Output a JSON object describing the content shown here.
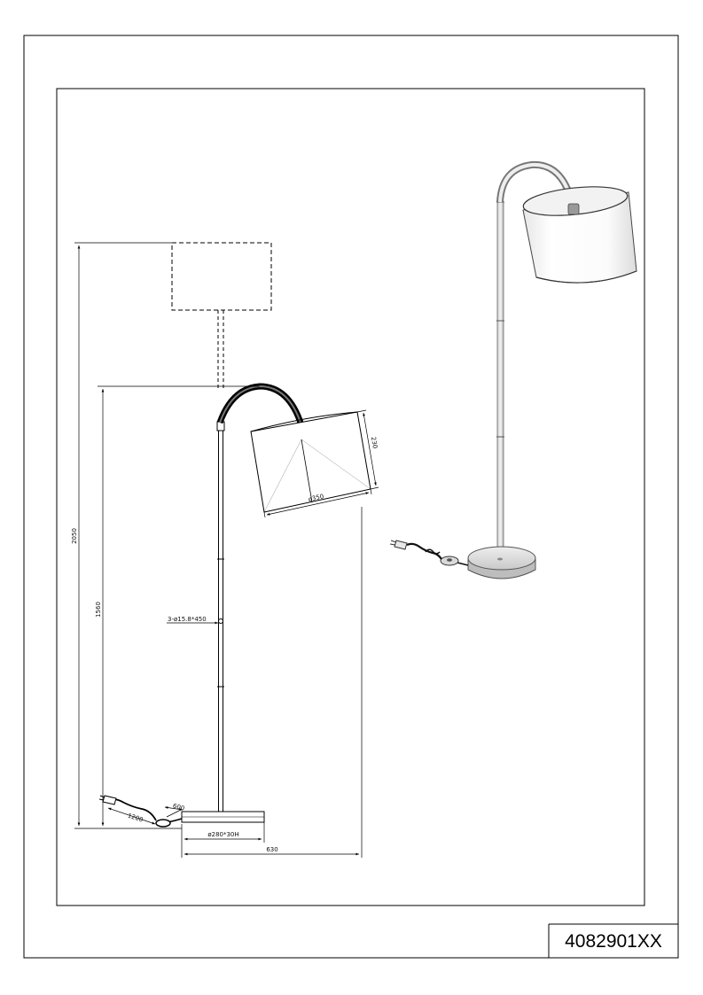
{
  "product_code": "4082901XX",
  "dimensions": {
    "total_height": "2050",
    "arc_height": "1560",
    "tube_spec": "3-ø15.8*450",
    "shade_diameter": "ø350",
    "shade_height": "230",
    "base_size": "ø280*30H",
    "total_width": "630",
    "cable_length": "1200",
    "switch_distance": "600"
  }
}
